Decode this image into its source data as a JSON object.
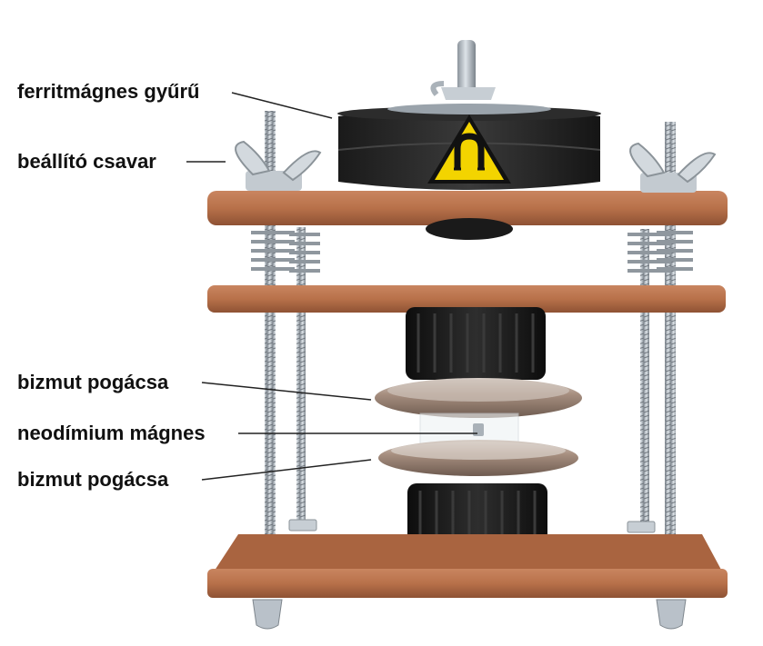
{
  "labels": {
    "ferrite_ring": "ferritmágnes gyűrű",
    "adjusting_screw": "beállító csavar",
    "bismuth_disc_top": "bizmut pogácsa",
    "neodymium_magnet": "neodímium mágnes",
    "bismuth_disc_bottom": "bizmut pogácsa"
  },
  "colors": {
    "wood": "#b8714a",
    "ferrite": "#222222",
    "warning_yellow": "#f3d400",
    "knob": "#1b1b1b",
    "bismuth": "#a78f80",
    "metal": "#b9c1c9"
  },
  "icons": {
    "warning_sign": "magnet-warning-icon"
  }
}
